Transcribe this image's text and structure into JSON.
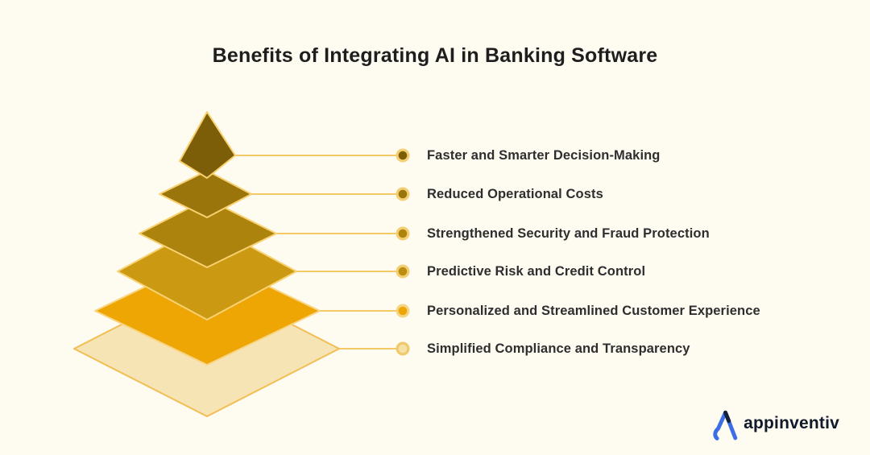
{
  "title": "Benefits of Integrating AI in Banking Software",
  "benefits": [
    {
      "label": "Faster and Smarter Decision-Making",
      "layer_color": "#7C5E09",
      "edge_color": "#F8D06E",
      "dot_color": "#7C5E09",
      "ring_color": "#F3CE72"
    },
    {
      "label": "Reduced Operational Costs",
      "layer_color": "#99750C",
      "edge_color": "#F8D06E",
      "dot_color": "#99750C",
      "ring_color": "#F3CE72"
    },
    {
      "label": "Strengthened Security and Fraud Protection",
      "layer_color": "#AC830D",
      "edge_color": "#F8D06E",
      "dot_color": "#AC830D",
      "ring_color": "#F3CE72"
    },
    {
      "label": "Predictive Risk and Credit Control",
      "layer_color": "#CB9A12",
      "edge_color": "#F8D272",
      "dot_color": "#BB8D10",
      "ring_color": "#F3CE72"
    },
    {
      "label": "Personalized and Streamlined Customer Experience",
      "layer_color": "#EDA604",
      "edge_color": "#F9D583",
      "dot_color": "#EDA604",
      "ring_color": "#F5D584"
    },
    {
      "label": "Simplified Compliance and Transparency",
      "layer_color": "#F7E4B4",
      "edge_color": "#F2BE55",
      "dot_color": "#F5E0A6",
      "ring_color": "#F0C96B"
    }
  ],
  "theme": {
    "background": "#FEFBF1",
    "title_color": "#1E1E1E",
    "label_color": "#2E2E2E",
    "connector_color": "#F5C965"
  },
  "logo": {
    "text": "appinventiv",
    "mark_color": "#3B6FE3",
    "mark_tip_color": "#13203A",
    "text_color": "#111A2B"
  }
}
